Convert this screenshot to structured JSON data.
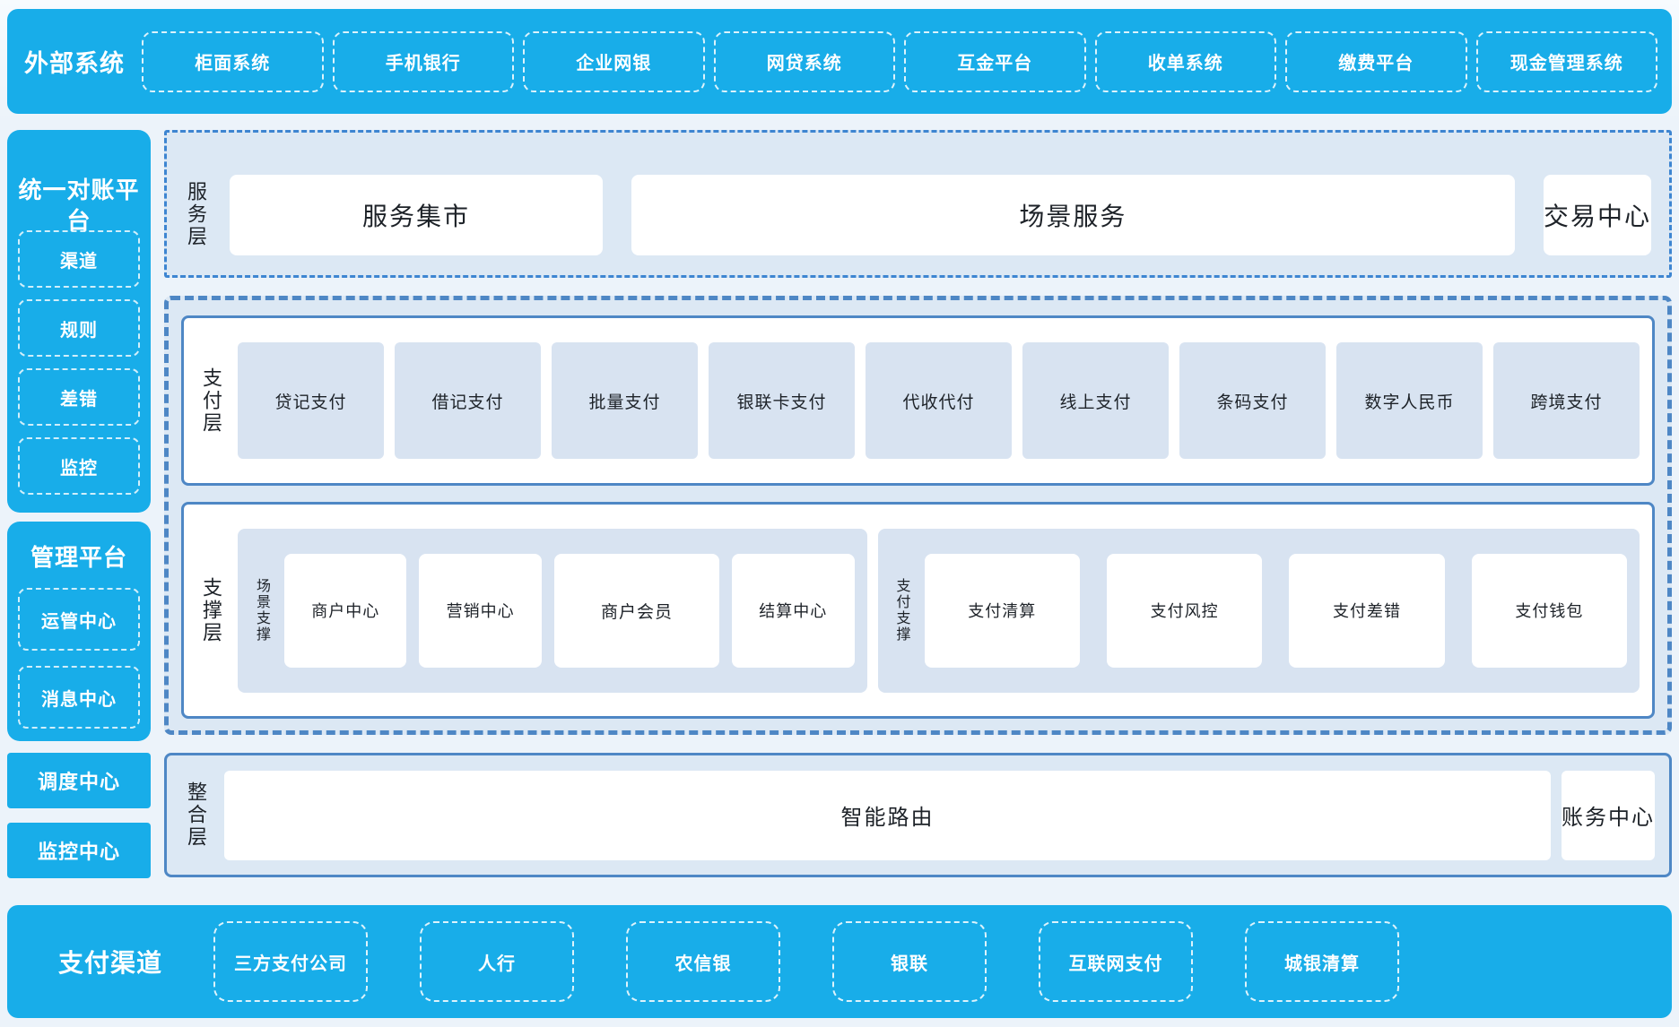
{
  "colors": {
    "cyan": "#18ade9",
    "page-bg": "#ecf3fa",
    "panel": "#dce8f4",
    "item": "#d8e3f1",
    "border-blue": "#4e87c5",
    "border-accent": "#3d85d1",
    "text-dark": "#1d2228"
  },
  "external_systems": {
    "label": "外部系统",
    "items": [
      "柜面系统",
      "手机银行",
      "企业网银",
      "网贷系统",
      "互金平台",
      "收单系统",
      "缴费平台",
      "现金管理系统"
    ]
  },
  "sidebar": {
    "reconciliation": {
      "title": "统一对账平台",
      "items": [
        "渠道",
        "规则",
        "差错",
        "监控"
      ]
    },
    "management": {
      "title": "管理平台",
      "items": [
        "运管中心",
        "消息中心"
      ]
    },
    "blocks": [
      "调度中心",
      "监控中心"
    ]
  },
  "service_layer": {
    "label": "服务层",
    "items": [
      "服务集市",
      "场景服务",
      "交易中心"
    ]
  },
  "payment_layer": {
    "label": "支付层",
    "items": [
      "贷记支付",
      "借记支付",
      "批量支付",
      "银联卡支付",
      "代收代付",
      "线上支付",
      "条码支付",
      "数字人民币",
      "跨境支付"
    ]
  },
  "support_layer": {
    "label": "支撑层",
    "groups": [
      {
        "label": "场景支撑",
        "items": [
          "商户中心",
          "营销中心",
          "商户会员",
          "结算中心"
        ]
      },
      {
        "label": "支付支撑",
        "items": [
          "支付清算",
          "支付风控",
          "支付差错",
          "支付钱包"
        ]
      }
    ]
  },
  "integration_layer": {
    "label": "整合层",
    "items": [
      "智能路由",
      "账务中心"
    ]
  },
  "payment_channels": {
    "label": "支付渠道",
    "items": [
      "三方支付公司",
      "人行",
      "农信银",
      "银联",
      "互联网支付",
      "城银清算"
    ]
  }
}
